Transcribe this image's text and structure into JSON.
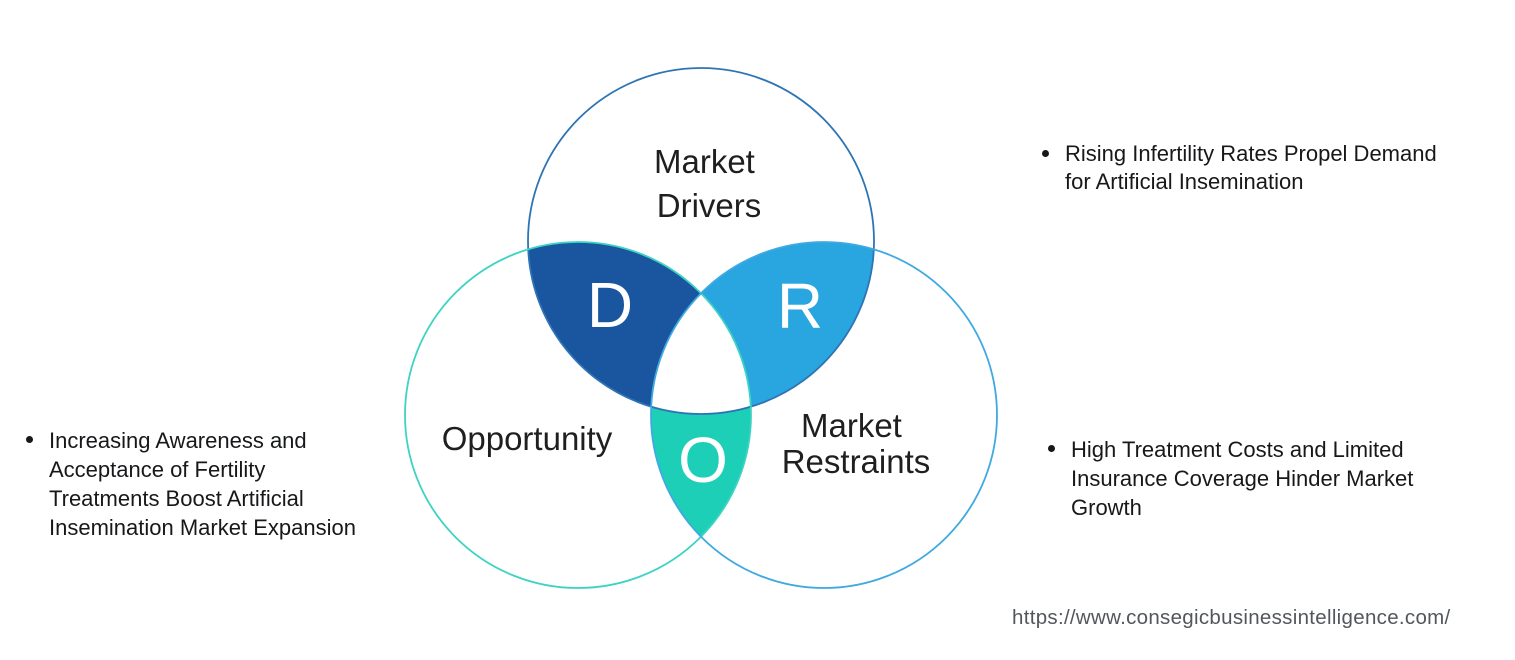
{
  "background": "#ffffff",
  "venn": {
    "circles": {
      "drivers": {
        "label_line1": "Market",
        "label_line2": "Drivers",
        "stroke": "#2e74b5"
      },
      "opportunity": {
        "label": "Opportunity",
        "stroke": "#3dd3c3"
      },
      "restraints": {
        "label_line1": "Market",
        "label_line2": "Restraints",
        "stroke": "#3fa9e1"
      }
    },
    "lenses": {
      "d": {
        "letter": "D",
        "fill": "#1a56a0"
      },
      "r": {
        "letter": "R",
        "fill": "#29a5e0"
      },
      "o": {
        "letter": "O",
        "fill": "#1ecfb8"
      }
    }
  },
  "notes": {
    "left": {
      "text": "Increasing Awareness and\nAcceptance of Fertility\nTreatments Boost Artificial\nInsemination Market Expansion"
    },
    "right_top": {
      "text": "Rising Infertility Rates Propel Demand\nfor Artificial Insemination"
    },
    "right_bottom": {
      "text": "High Treatment Costs and Limited\nInsurance Coverage Hinder Market\nGrowth"
    }
  },
  "footer": {
    "url": "https://www.consegicbusinessintelligence.com/"
  }
}
